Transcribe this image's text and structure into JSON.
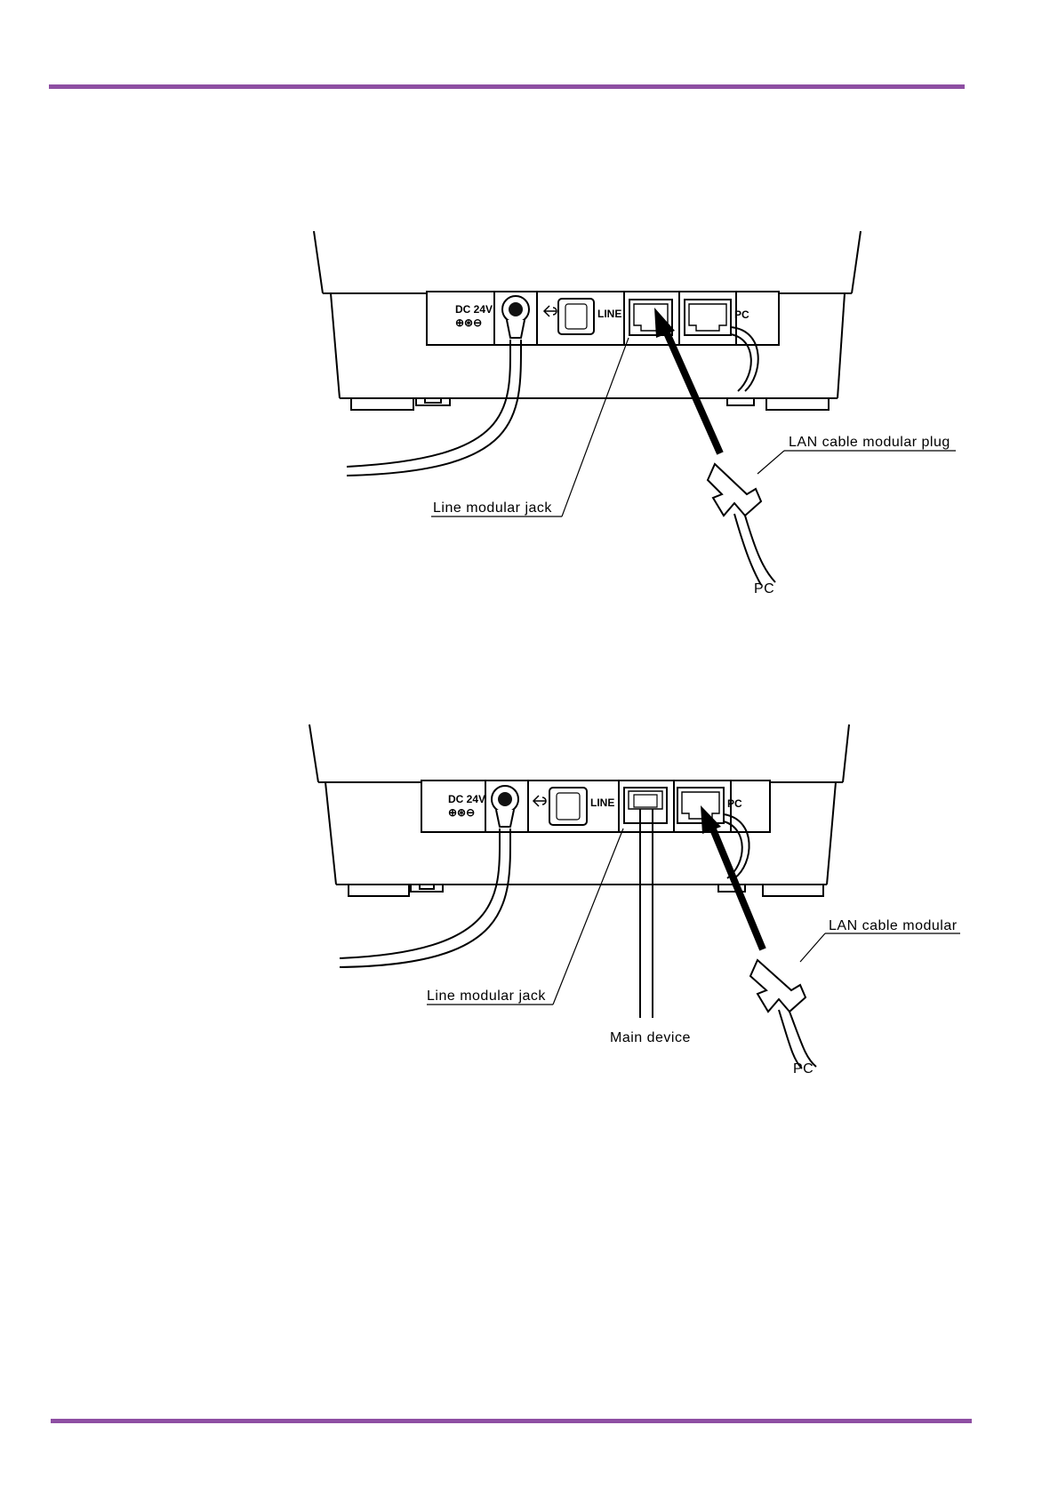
{
  "colors": {
    "rule": "#8e4fa3",
    "ink": "#000000"
  },
  "figure1": {
    "panel": {
      "dc_label": "DC 24V",
      "dc_symbol": "⊕⊛⊖",
      "usb_symbol": "usb-icon",
      "line_label": "LINE",
      "pc_label": "PC"
    },
    "callouts": {
      "lan_plug": "LAN cable modular plug",
      "line_jack": "Line modular jack",
      "pc": "PC"
    }
  },
  "figure2": {
    "panel": {
      "dc_label": "DC 24V",
      "dc_symbol": "⊕⊛⊖",
      "usb_symbol": "usb-icon",
      "line_label": "LINE",
      "pc_label": "PC"
    },
    "callouts": {
      "lan_plug": "LAN cable modular",
      "line_jack": "Line modular jack",
      "main_device": "Main device",
      "pc": "PC"
    }
  }
}
